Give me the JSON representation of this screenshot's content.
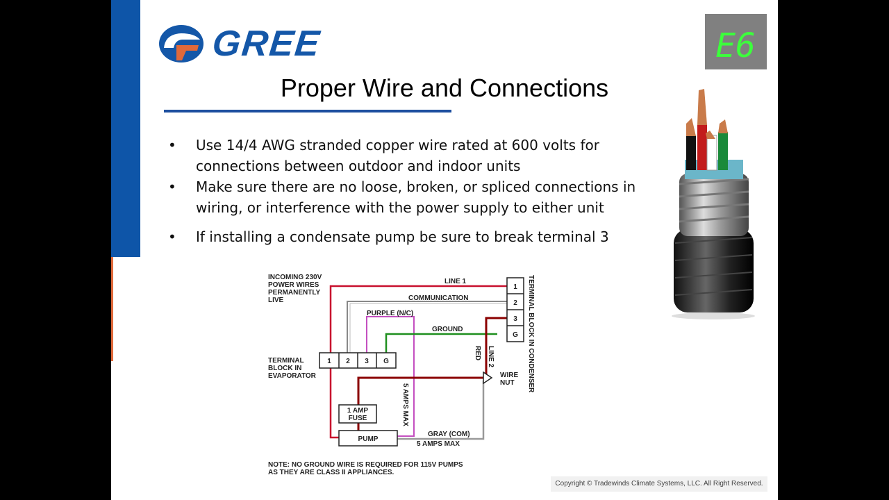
{
  "brand": {
    "name": "GREE",
    "color": "#1457a8",
    "accent": "#e0693a"
  },
  "slide": {
    "title": "Proper Wire and Connections"
  },
  "bullets": [
    "Use 14/4 AWG stranded copper wire rated at 600 volts for connections between outdoor and indoor units",
    "Make sure there are no loose, broken, or spliced connections in wiring, or interference with the power supply to either unit",
    "If installing a condensate pump be sure to break terminal 3"
  ],
  "error_code": {
    "text": "E6",
    "color": "#3cff3c"
  },
  "diagram": {
    "incoming": [
      "INCOMING 230V",
      "POWER WIRES",
      "PERMANENTLY",
      "LIVE"
    ],
    "line1": "LINE 1",
    "communication": "COMMUNICATION",
    "purple": "PURPLE (N/C)",
    "ground": "GROUND",
    "red": "RED",
    "line2": "LINE 2",
    "wire_nut": [
      "WIRE",
      "NUT"
    ],
    "evaporator_block": [
      "TERMINAL",
      "BLOCK IN",
      "EVAPORATOR"
    ],
    "condenser_block": "TERMINAL BLOCK IN CONDENSER",
    "evap_terminals": [
      "1",
      "2",
      "3",
      "G"
    ],
    "cond_terminals": [
      "1",
      "2",
      "3",
      "G"
    ],
    "amps_vertical": "5 AMPS MAX",
    "fuse": [
      "1 AMP",
      "FUSE"
    ],
    "pump": "PUMP",
    "gray": "GRAY (COM)",
    "amps_bottom": "5 AMPS MAX",
    "note": [
      "NOTE: NO GROUND WIRE IS REQUIRED FOR 115V PUMPS",
      "AS THEY ARE CLASS II APPLIANCES."
    ]
  },
  "footer": {
    "copyright": "Copyright © Tradewinds Climate Systems, LLC. All Right Reserved."
  }
}
